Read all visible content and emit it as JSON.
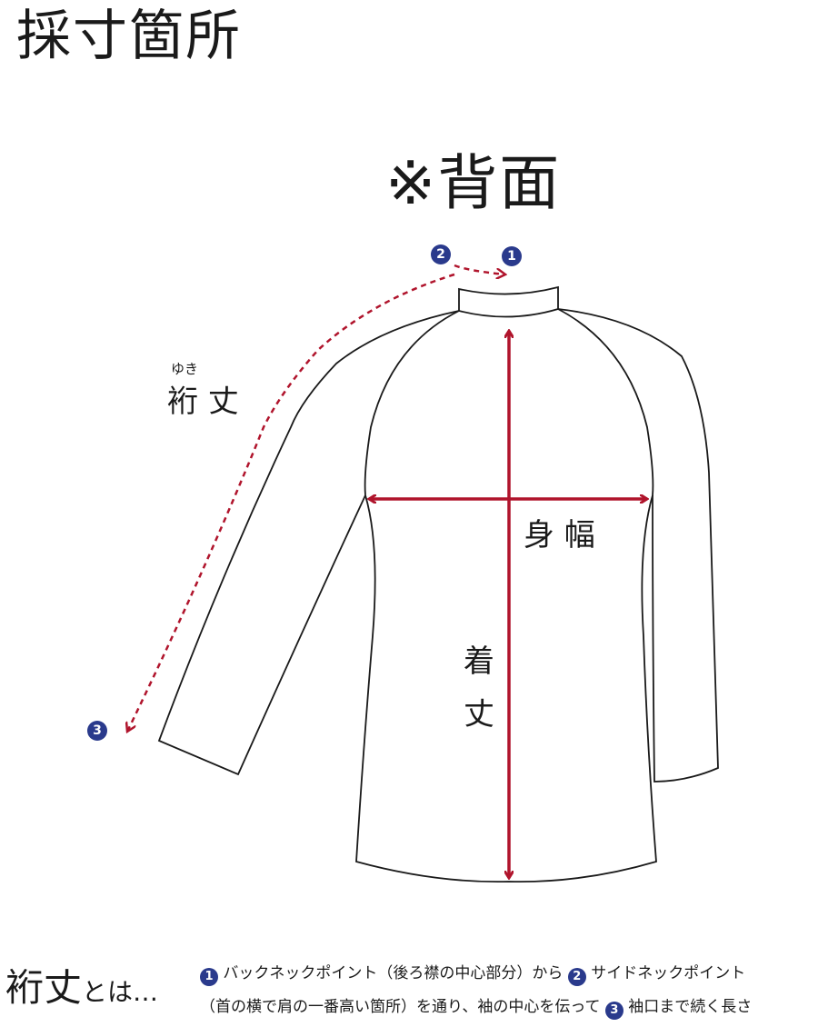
{
  "title": "採寸箇所",
  "view_label": "※背面",
  "labels": {
    "sleeve_ruby": "ゆき",
    "sleeve": "裄 丈",
    "width": "身 幅",
    "length_1": "着",
    "length_2": "丈"
  },
  "points": {
    "p1": "1",
    "p2": "2",
    "p3": "3"
  },
  "definition": {
    "head": "裄丈",
    "head_suffix": "とは…",
    "line1_a": "バックネックポイント（後ろ襟の中心部分）から",
    "line1_b": "サイドネックポイント",
    "line2_a": "（首の横で肩の一番高い箇所）を通り、袖の中心を伝って",
    "line2_b": "袖口まで続く長さ"
  },
  "colors": {
    "arrow": "#b0142c",
    "badge": "#2a3a8c",
    "outline": "#1a1a1a"
  }
}
